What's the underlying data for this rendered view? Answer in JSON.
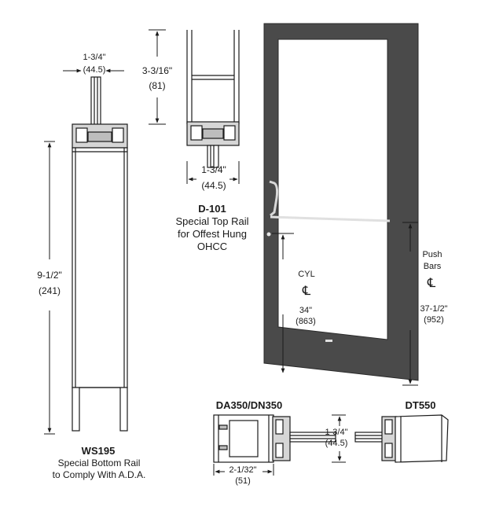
{
  "colors": {
    "line": "#1a1a1a",
    "profile": "#c9c9c9",
    "door_frame": "#4a4a4a",
    "glass": "#ffffff"
  },
  "ws195": {
    "title": "WS195",
    "caption_line1": "Special Bottom Rail",
    "caption_line2": "to Comply With A.D.A.",
    "width_imperial": "1-3/4\"",
    "width_metric": "(44.5)",
    "height_imperial": "9-1/2\"",
    "height_metric": "(241)"
  },
  "d101": {
    "title": "D-101",
    "caption_line1": "Special Top Rail",
    "caption_line2": "for Offest Hung",
    "caption_line3": "OHCC",
    "width_imperial": "1-3/4\"",
    "width_metric": "(44.5)",
    "height_imperial": "3-3/16\"",
    "height_metric": "(81)"
  },
  "door": {
    "cyl_label": "CYL",
    "cyl_center_glyph": "℄",
    "cyl_height_imperial": "34\"",
    "cyl_height_metric": "(863)",
    "push_label_line1": "Push",
    "push_label_line2": "Bars",
    "push_center_glyph": "℄",
    "push_height_imperial": "37-1/2\"",
    "push_height_metric": "(952)"
  },
  "da350": {
    "title": "DA350/DN350",
    "width_imperial": "2-1/32\"",
    "width_metric": "(51)",
    "depth_imperial": "1-3/4\"",
    "depth_metric": "(44.5)"
  },
  "dt550": {
    "title": "DT550"
  }
}
